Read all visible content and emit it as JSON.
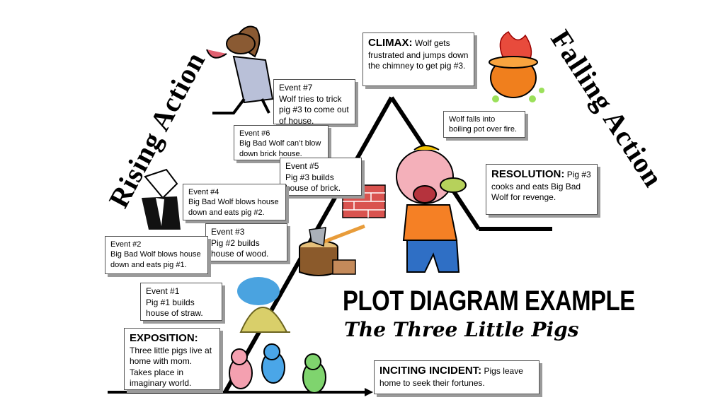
{
  "title": "PLOT DIAGRAM EXAMPLE",
  "subtitle": "The Three Little Pigs",
  "labels": {
    "rising_action": "Rising Action",
    "falling_action": "Falling Action"
  },
  "boxes": {
    "exposition": {
      "head": "EXPOSITION:",
      "text": "Three little pigs live at home with mom. Takes place in imaginary world."
    },
    "inciting": {
      "head": "INCITING INCIDENT:",
      "text": "Pigs leave home to seek their fortunes."
    },
    "event1": {
      "head": "Event #1",
      "text": "Pig #1 builds house of straw."
    },
    "event2": {
      "head": "Event #2",
      "text": "Big Bad Wolf blows house down and eats pig #1."
    },
    "event3": {
      "head": "Event #3",
      "text": "Pig #2 builds house of wood."
    },
    "event4": {
      "head": "Event #4",
      "text": "Big Bad Wolf blows house down and eats pig #2."
    },
    "event5": {
      "head": "Event #5",
      "text": "Pig #3 builds house of brick."
    },
    "event6": {
      "head": "Event #6",
      "text": "Big Bad Wolf can’t blow down brick house."
    },
    "event7": {
      "head": "Event #7",
      "text": "Wolf tries to trick pig #3 to come out of house."
    },
    "climax": {
      "head": "CLIMAX:",
      "text": "Wolf gets frustrated and jumps down the chimney to get pig #3."
    },
    "falling": {
      "text": "Wolf falls into boiling pot over fire."
    },
    "resolution": {
      "head": "RESOLUTION:",
      "text": "Pig #3 cooks and eats Big Bad Wolf for revenge."
    }
  },
  "icons": [
    "wolf-cartoon-icon",
    "wolf-in-suit-icon",
    "boiling-pot-icon",
    "brick-wall-icon",
    "axe-in-stump-icon",
    "haystack-icon",
    "pig-eating-icon",
    "three-pigs-icon"
  ]
}
